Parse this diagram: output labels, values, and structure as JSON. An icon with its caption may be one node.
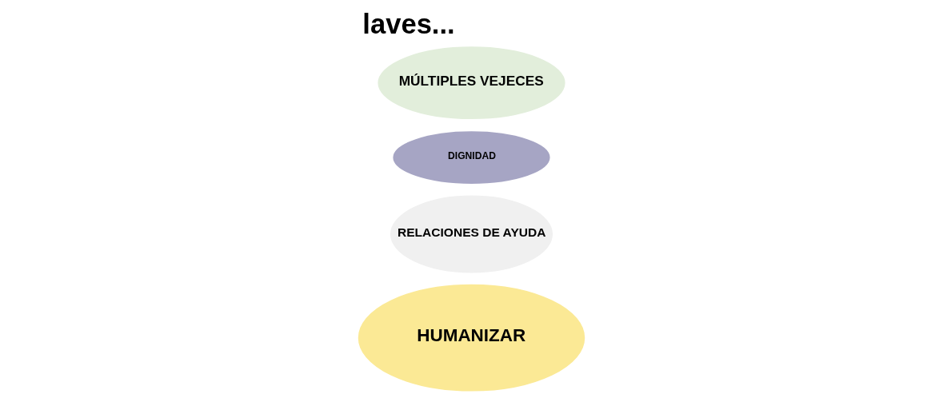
{
  "diagram": {
    "title": "laves...",
    "nodes": [
      {
        "text": [
          "HUMANIZAR"
        ]
      },
      {
        "text": [
          "RELACIONES DE AYUDA"
        ]
      },
      {
        "text": [
          "DIGNIDAD"
        ]
      },
      {
        "text": [
          "MÚLTIPLES VEJECES"
        ]
      }
    ],
    "edges": []
  }
}
